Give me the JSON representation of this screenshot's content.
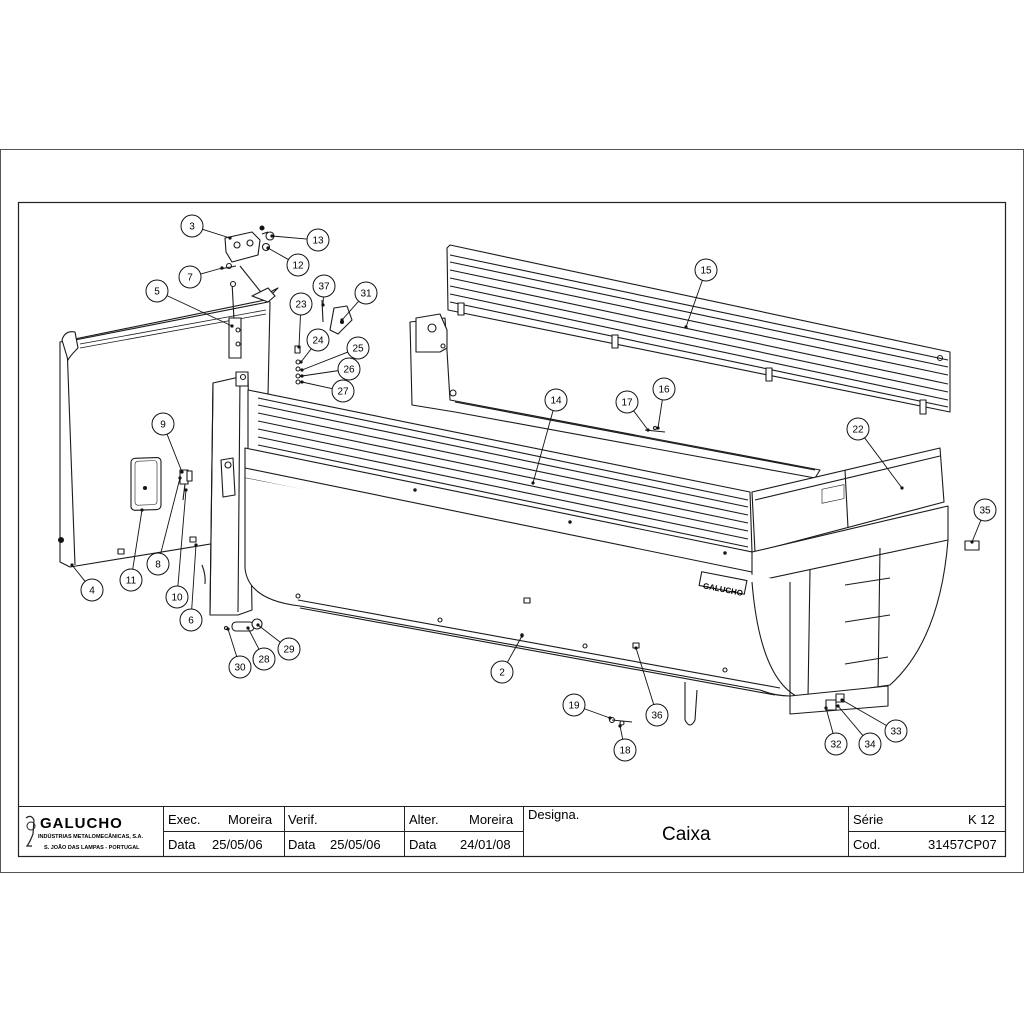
{
  "title_block": {
    "company": {
      "name": "GALUCHO",
      "subtitle": "INDÚSTRIAS METALOMECÂNICAS, S.A.",
      "location": "S. JOÃO DAS LAMPAS - PORTUGAL"
    },
    "exec": {
      "label": "Exec.",
      "value": "Moreira",
      "date_label": "Data",
      "date": "25/05/06"
    },
    "verif": {
      "label": "Verif.",
      "value": "",
      "date_label": "Data",
      "date": "25/05/06"
    },
    "alter": {
      "label": "Alter.",
      "value": "Moreira",
      "date_label": "Data",
      "date": "24/01/08"
    },
    "designation": {
      "label": "Designa.",
      "value": "Caixa"
    },
    "serie": {
      "label": "Série",
      "value": "K 12"
    },
    "code": {
      "label": "Cod.",
      "value": "31457CP07"
    }
  },
  "embossed_brand": "GALUCHO",
  "callouts": [
    "2",
    "3",
    "4",
    "5",
    "6",
    "7",
    "8",
    "9",
    "10",
    "11",
    "12",
    "13",
    "14",
    "15",
    "16",
    "17",
    "18",
    "19",
    "22",
    "23",
    "24",
    "25",
    "26",
    "27",
    "28",
    "29",
    "30",
    "31",
    "32",
    "33",
    "34",
    "35",
    "36",
    "37"
  ]
}
